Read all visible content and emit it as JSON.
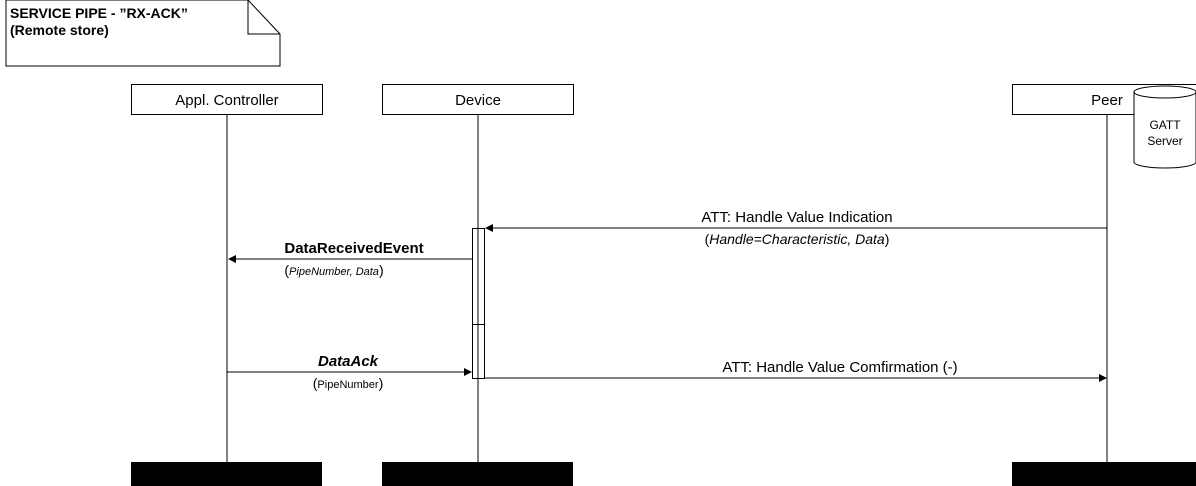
{
  "note": {
    "line1": "SERVICE PIPE - ”RX-ACK”",
    "line2": "(Remote store)"
  },
  "actors": {
    "controller": "Appl. Controller",
    "device": "Device",
    "peer": "Peer"
  },
  "database": {
    "line1": "GATT",
    "line2": "Server"
  },
  "messages": {
    "indication": {
      "label": "ATT: Handle Value Indication",
      "open": "(",
      "params": "Handle=Characteristic, Data",
      "close": ")"
    },
    "data_received": {
      "label": "DataReceivedEvent",
      "open": "(",
      "params": "PipeNumber, Data",
      "close": ")"
    },
    "data_ack": {
      "label": "DataAck",
      "open": "(",
      "params": "PipeNumber",
      "close": ")"
    },
    "confirmation": {
      "label": "ATT: Handle Value Comfirmation (-)"
    }
  }
}
